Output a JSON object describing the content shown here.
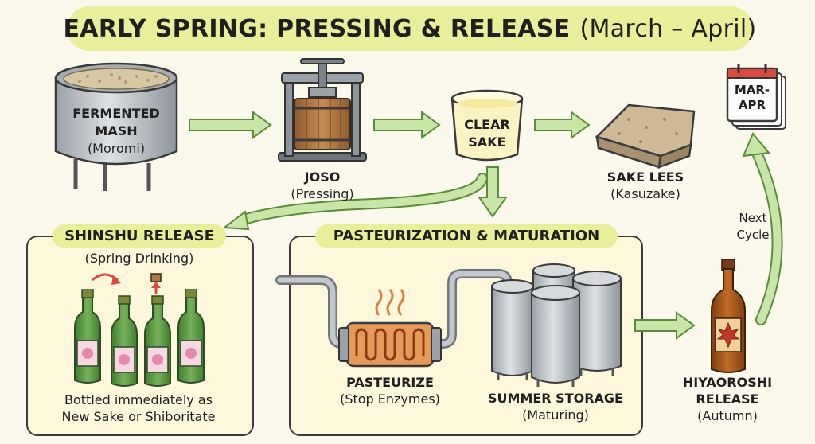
{
  "title": {
    "main": "EARLY SPRING: PRESSING & RELEASE",
    "sub": "(March – April)"
  },
  "mash": {
    "line1": "FERMENTED",
    "line2": "MASH",
    "sub": "(Moromi)"
  },
  "joso": {
    "name": "JOSO",
    "sub": "(Pressing)"
  },
  "clear_sake": {
    "line1": "CLEAR",
    "line2": "SAKE"
  },
  "lees": {
    "name": "SAKE LEES",
    "sub": "(Kasuzake)"
  },
  "calendar": {
    "line1": "MAR-",
    "line2": "APR"
  },
  "next_cycle": {
    "line1": "Next",
    "line2": "Cycle"
  },
  "shinshu": {
    "title": "SHINSHU RELEASE",
    "sub": "(Spring Drinking)",
    "desc1": "Bottled immediately as",
    "desc2": "New Sake or Shiboritate"
  },
  "maturation": {
    "title": "PASTEURIZATION & MATURATION",
    "pasteurize": {
      "name": "PASTEURIZE",
      "sub": "(Stop Enzymes)"
    },
    "storage": {
      "name": "SUMMER STORAGE",
      "sub": "(Maturing)"
    }
  },
  "hiyaoroshi": {
    "line1": "HIYAOROSHI",
    "line2": "RELEASE",
    "sub": "(Autumn)"
  },
  "colors": {
    "title_band": "#e8ee9a",
    "arrow_fill": "#c8e6a8",
    "arrow_stroke": "#5b8a3a",
    "panel_bg": "#fdf7dc",
    "bottle_green": "#5a9a45",
    "bottle_amber": "#a8561e",
    "steel": "#c3c8cc",
    "wood": "#b07a46",
    "coil": "#d9823e"
  },
  "icons": [
    "tank-icon",
    "wooden-press-icon",
    "glass-icon",
    "lees-block-icon",
    "calendar-icon",
    "bottle-icon",
    "pipe-icon",
    "heater-coil-icon",
    "storage-tanks-icon",
    "maple-leaf-icon"
  ]
}
